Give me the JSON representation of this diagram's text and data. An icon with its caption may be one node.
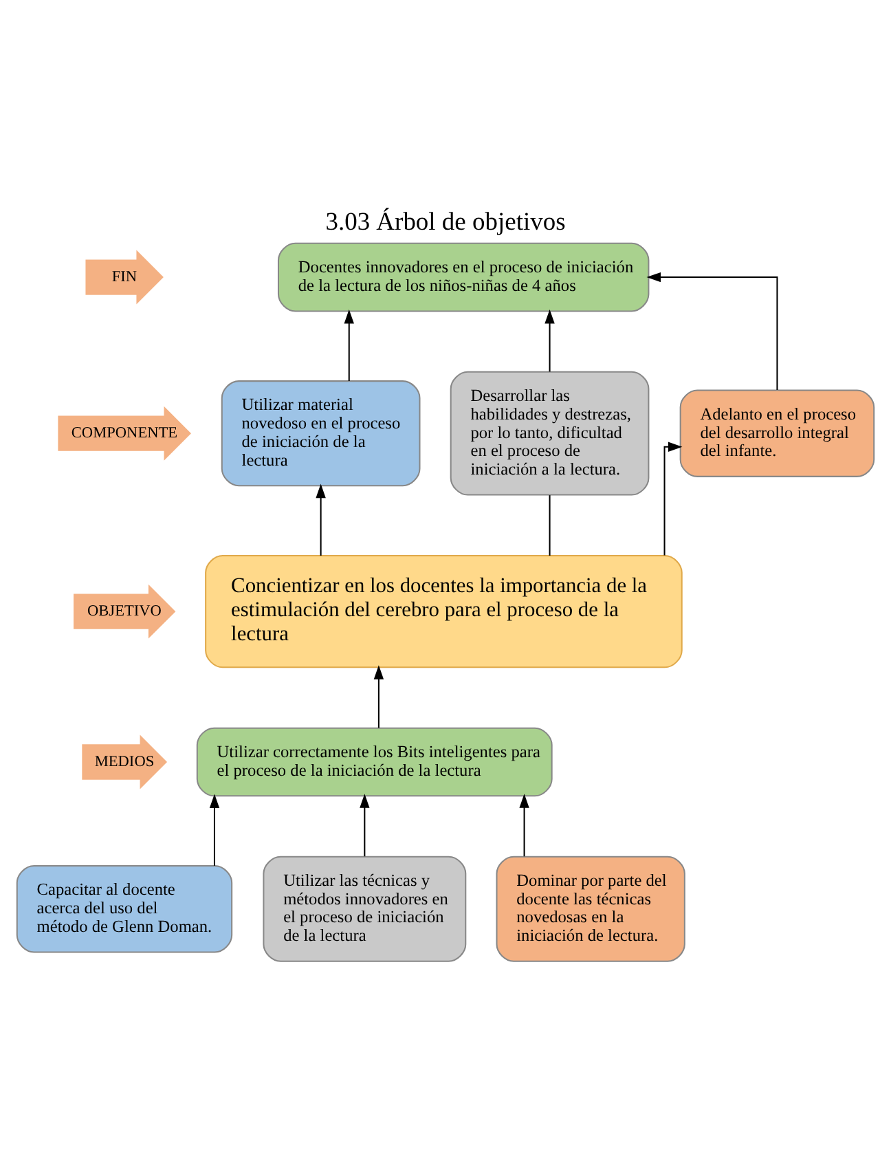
{
  "diagram": {
    "title": "3.03 Árbol de objetivos",
    "nodes": [
      {
        "text": [
          "FIN"
        ]
      },
      {
        "text": [
          "Docentes innovadores en el proceso de iniciación de la lectura de los niños-niñas de 4 años"
        ]
      },
      {
        "text": [
          "COMPONENTE"
        ]
      },
      {
        "text": [
          "Utilizar material novedoso en el proceso de iniciación de la lectura"
        ]
      },
      {
        "text": [
          "Desarrollar las habilidades y destrezas, por lo tanto, dificultad en el proceso de iniciación a la lectura."
        ]
      },
      {
        "text": [
          "Adelanto en el proceso del desarrollo integral del infante."
        ]
      },
      {
        "text": [
          "OBJETIVO"
        ]
      },
      {
        "text": [
          "Concientizar en los docentes la importancia de la estimulación del cerebro para el proceso de la lectura"
        ]
      },
      {
        "text": [
          "MEDIOS"
        ]
      },
      {
        "text": [
          "Utilizar correctamente los Bits inteligentes para el proceso de la iniciación de la lectura"
        ]
      },
      {
        "text": [
          "Capacitar al docente acerca del uso del método de Glenn Doman."
        ]
      },
      {
        "text": [
          "Utilizar las técnicas y métodos innovadores en el proceso de iniciación de la lectura"
        ]
      },
      {
        "text": [
          "Dominar por parte del docente las técnicas novedosas en la iniciación de lectura."
        ]
      }
    ],
    "edges": [
      {
        "from": 3,
        "to": 1,
        "arrow": "to"
      },
      {
        "from": 4,
        "to": 1,
        "arrow": "to"
      },
      {
        "from": 5,
        "to": 1,
        "arrow": "to"
      },
      {
        "from": 7,
        "to": 3,
        "arrow": "to"
      },
      {
        "from": 7,
        "to": 4,
        "arrow": "none"
      },
      {
        "from": 7,
        "to": 5,
        "arrow": "to"
      },
      {
        "from": 9,
        "to": 7,
        "arrow": "to"
      },
      {
        "from": 10,
        "to": 9,
        "arrow": "to"
      },
      {
        "from": 11,
        "to": 9,
        "arrow": "to"
      },
      {
        "from": 12,
        "to": 9,
        "arrow": "to"
      }
    ]
  }
}
